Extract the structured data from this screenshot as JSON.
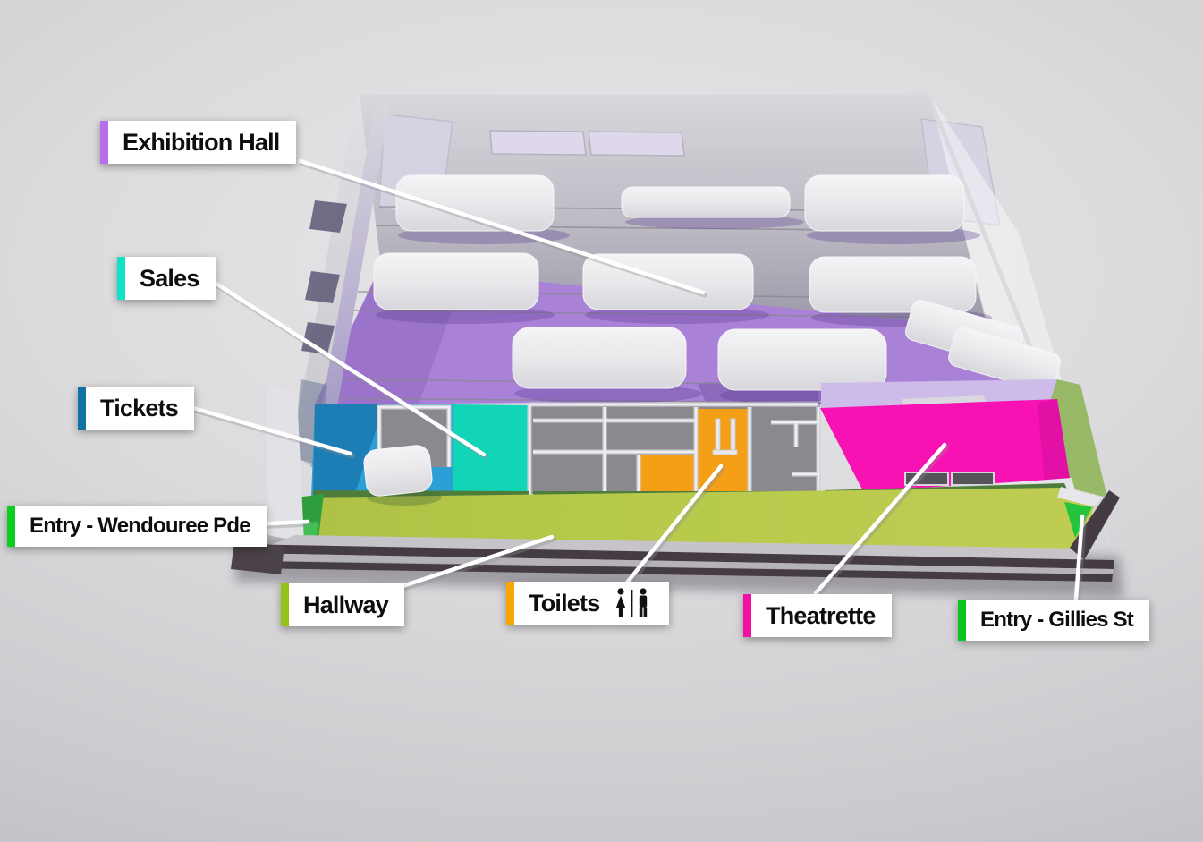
{
  "labels": [
    {
      "id": "exhibition-hall",
      "text": "Exhibition Hall",
      "accent": "#b570ea"
    },
    {
      "id": "sales",
      "text": "Sales",
      "accent": "#0fe2c5"
    },
    {
      "id": "tickets",
      "text": "Tickets",
      "accent": "#1173a3"
    },
    {
      "id": "entry-wendouree",
      "text": "Entry - Wendouree Pde",
      "accent": "#0bcf1d"
    },
    {
      "id": "hallway",
      "text": "Hallway",
      "accent": "#94c219"
    },
    {
      "id": "toilets",
      "text": "Toilets",
      "accent": "#f7a608"
    },
    {
      "id": "theatrette",
      "text": "Theatrette",
      "accent": "#f30fa5"
    },
    {
      "id": "entry-gillies",
      "text": "Entry - Gillies St",
      "accent": "#0cc41f"
    }
  ],
  "zones": {
    "exhibition": "#a981d6",
    "tickets": "#2b9fd6",
    "sales": "#12d4b6",
    "rooms_floor": "#8a898e",
    "toilets": "#f59f17",
    "theatrette": "#f812b4",
    "hallway": "#b6c94a",
    "entry_dark": "#2f9e3d",
    "entry_bright": "#24c43e"
  },
  "colors": {
    "leader_line": "#ffffff",
    "label_bg": "#ffffff",
    "label_text": "#0e0e0e",
    "sidewalk_dark": "#443c42",
    "wall_light": "#d6d5da",
    "window_glass": "#d8d3e4",
    "case_white": "#eeeef1",
    "restroom_icon": "#111111"
  }
}
